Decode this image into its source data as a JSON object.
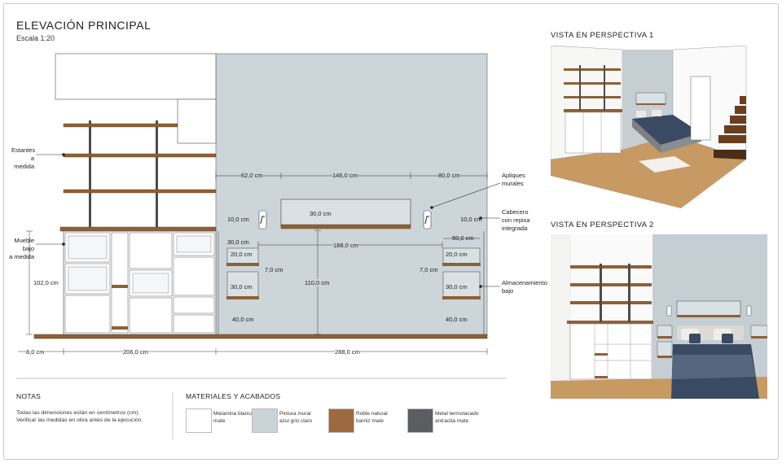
{
  "header": {
    "title": "ELEVACIÓN PRINCIPAL",
    "scale": "Escala 1:20"
  },
  "dimensions": {
    "d62": "62,0 cm",
    "d146": "146,0 cm",
    "d80": "80,0 cm",
    "d10a": "10,0 cm",
    "d30a": "30,0 cm",
    "d10b": "10,0 cm",
    "d30b": "30,0 cm",
    "d20a": "20,0 cm",
    "d7a": "7,0 cm",
    "d30c": "30,0 cm",
    "d40a": "40,0 cm",
    "d188": "188,0 cm",
    "d50": "50,0 cm",
    "d20b": "20,0 cm",
    "d7b": "7,0 cm",
    "d30d": "30,0 cm",
    "d40b": "40,0 cm",
    "d110": "110,0 cm",
    "d102": "102,0 cm",
    "d8": "8,0 cm",
    "d206": "206,0 cm",
    "d288": "288,0 cm"
  },
  "labels": {
    "estantes": [
      "Estantes",
      "a medida"
    ],
    "mueble": [
      "Mueble bajo",
      "a medida"
    ],
    "apliques": [
      "Apliques",
      "murales"
    ],
    "cabecero": [
      "Cabecero",
      "con repisa",
      "integrada"
    ],
    "almacenamiento": [
      "Almacenamiento",
      "bajo"
    ]
  },
  "views": {
    "v1": "VISTA EN PERSPECTIVA 1",
    "v2": "VISTA EN PERSPECTIVA 2"
  },
  "notes": {
    "title": "NOTAS",
    "lines": [
      "Todas las dimensiones están en centímetros (cm).",
      "Verificar las medidas en obra antes de la ejecución."
    ]
  },
  "materials": {
    "title": "MATERIALES Y ACABADOS",
    "items": [
      {
        "lines": [
          "Melamina blanca",
          "mate"
        ],
        "color": "#ffffff"
      },
      {
        "lines": [
          "Pintura mural",
          "azul gris claro"
        ],
        "color": "#c9d3d8"
      },
      {
        "lines": [
          "Roble natural",
          "barniz mate"
        ],
        "color": "#9c6a3e"
      },
      {
        "lines": [
          "Metal termolacado",
          "antracita mate"
        ],
        "color": "#5b5d60"
      }
    ]
  },
  "colors": {
    "wall": "#cbd5da",
    "oak": "#8f6035",
    "metal": "#4a4c4f",
    "white": "#ffffff",
    "line": "#333333"
  }
}
